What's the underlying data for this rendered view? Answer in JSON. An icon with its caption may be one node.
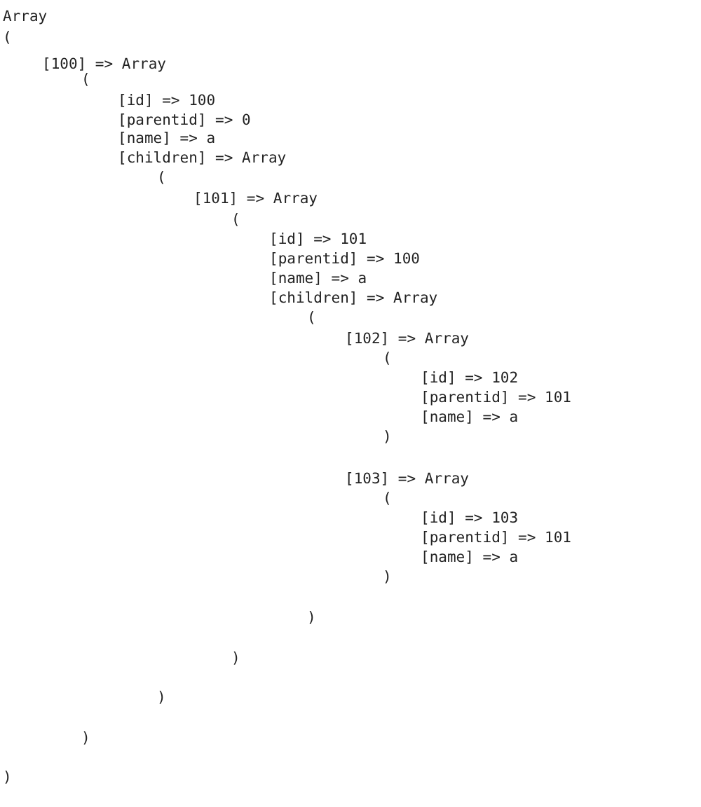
{
  "diagram": {
    "labels": [
      "Array",
      "(",
      "[100] => Array",
      "(",
      "[id] => 100",
      "[parentid] => 0",
      "[name] => a",
      "[children] => Array",
      "(",
      "[101] => Array",
      "(",
      "[id] => 101",
      "[parentid] => 100",
      "[name] => a",
      "[children] => Array",
      "(",
      "[102] => Array",
      "(",
      "[id] => 102",
      "[parentid] => 101",
      "[name] => a",
      ")",
      "[103] => Array",
      "(",
      "[id] => 103",
      "[parentid] => 101",
      "[name] => a",
      ")",
      ")",
      ")",
      ")",
      ")",
      ")"
    ]
  }
}
